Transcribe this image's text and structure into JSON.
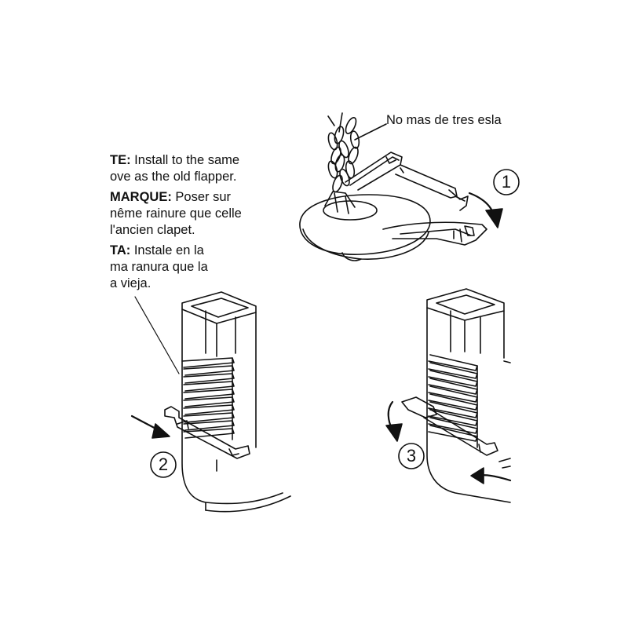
{
  "notes": {
    "english": {
      "heading": "TE:",
      "line1": " Install to the same",
      "line2": "ove as the old flapper."
    },
    "french": {
      "heading": "MARQUE:",
      "line1": " Poser sur",
      "line2": "nême rainure que celle",
      "line3": "l'ancien clapet."
    },
    "spanish": {
      "heading": "TA:",
      "line1": " Instale en la",
      "line2": "ma ranura que la",
      "line3": "a vieja."
    }
  },
  "chain_note": "No mas de tres esla",
  "steps": [
    "1",
    "2",
    "3"
  ],
  "colors": {
    "ink": "#111111",
    "background": "#ffffff"
  }
}
